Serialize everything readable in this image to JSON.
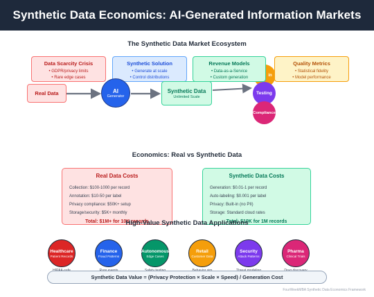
{
  "header": {
    "title": "Synthetic Data Economics: AI-Generated Information Markets"
  },
  "ecosystem": {
    "title": "The Synthetic Data Market Ecosystem",
    "cards": {
      "scarcity": {
        "title": "Data Scarcity Crisis",
        "lines": [
          "• GDPR/privacy limits",
          "• Rare edge cases"
        ]
      },
      "solution": {
        "title": "Synthetic Solution",
        "lines": [
          "• Generate at scale",
          "• Control distributions"
        ]
      },
      "revenue": {
        "title": "Revenue Models",
        "lines": [
          "• Data-as-a-Service",
          "• Custom generation"
        ]
      },
      "quality": {
        "title": "Quality Metrics",
        "lines": [
          "• Statistical fidelity",
          "• Model performance"
        ]
      }
    },
    "real_data": "Real Data",
    "ai": {
      "label": "AI",
      "sub": "Generator"
    },
    "synthetic": {
      "label": "Synthetic Data",
      "sub": "Unlimited Scale"
    },
    "circles": {
      "partial": "in",
      "testing": "Testing",
      "compliance": "Compliance"
    }
  },
  "economics": {
    "title": "Economics: Real vs Synthetic Data",
    "real": {
      "title": "Real Data Costs",
      "lines": [
        "Collection: $100-1000 per record",
        "Annotation: $10-50 per label",
        "Privacy compliance: $50K+ setup",
        "Storage/security: $5K+ monthly"
      ],
      "total": "Total: $1M+ for 10K records"
    },
    "synthetic": {
      "title": "Synthetic Data Costs",
      "lines": [
        "Generation: $0.01-1 per record",
        "Auto-labeling: $0.001 per label",
        "Privacy: Built-in (no PII)",
        "Storage: Standard cloud rates"
      ],
      "total": "Total: $10K for 1M records"
    }
  },
  "applications": {
    "title": "High-Value Synthetic Data Applications",
    "items": [
      {
        "name": "Healthcare",
        "sub": "Patient Records",
        "note": "HIPAA-safe"
      },
      {
        "name": "Finance",
        "sub": "Fraud Patterns",
        "note": "Rare events"
      },
      {
        "name": "Autonomous",
        "sub": "Edge Cases",
        "note": "Safety testing"
      },
      {
        "name": "Retail",
        "sub": "Customer Data",
        "note": "Behavior sim"
      },
      {
        "name": "Security",
        "sub": "Attack Patterns",
        "note": "Threat modeling"
      },
      {
        "name": "Pharma",
        "sub": "Clinical Trials",
        "note": "Drug discovery"
      }
    ]
  },
  "formula": "Synthetic Data Value = (Privacy Protection × Scale × Speed) / Generation Cost",
  "footer": "FourWeekMBA Synthetic Data Economics Framework",
  "colors": {
    "header_bg": "#1e293b",
    "red": "#dc2626",
    "blue": "#2563eb",
    "green": "#059669",
    "orange": "#f59e0b",
    "purple": "#7c3aed",
    "pink": "#db2777"
  }
}
